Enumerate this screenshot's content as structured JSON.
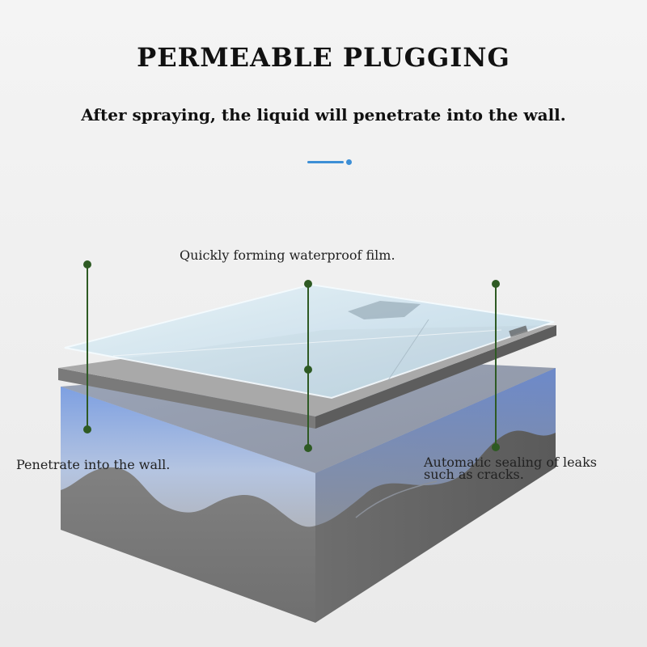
{
  "title": "PERMEABLE PLUGGING",
  "subtitle": "After spraying, the liquid will penetrate into the wall.",
  "accent_color": "#3d8fd6",
  "marker_color": "#2e5a23",
  "labels": {
    "film": "Quickly forming waterproof film.",
    "penetrate": "Penetrate into the wall.",
    "automatic_line1": "Automatic sealing of leaks",
    "automatic_line2": "such as cracks."
  }
}
